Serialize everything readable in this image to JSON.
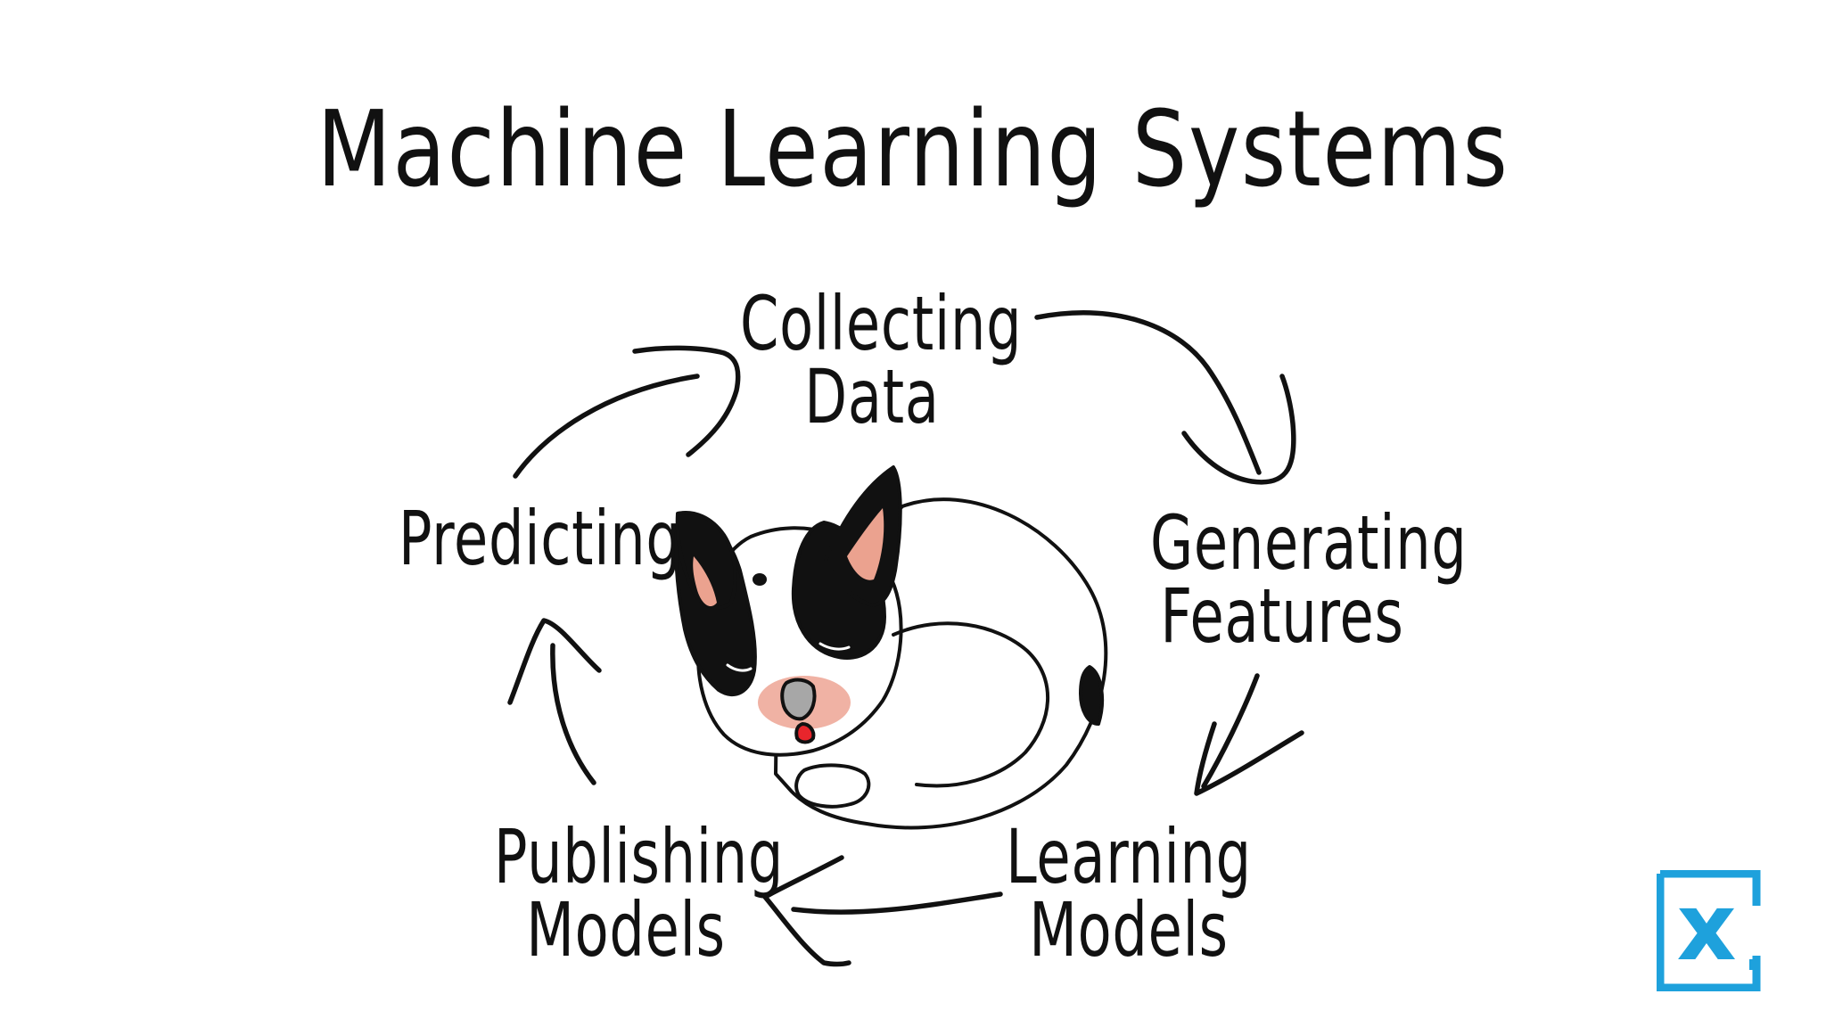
{
  "title": "Machine Learning Systems",
  "steps": [
    {
      "lines": [
        "Collecting",
        "Data"
      ]
    },
    {
      "lines": [
        "Generating",
        "Features"
      ]
    },
    {
      "lines": [
        "Learning",
        "Models"
      ]
    },
    {
      "lines": [
        "Publishing",
        "Models"
      ]
    },
    {
      "lines": [
        "Predicting"
      ]
    }
  ],
  "logo": {
    "letter": "x",
    "color": "#1ea1dc"
  },
  "colors": {
    "ink": "#111111",
    "ear_inner": "#eba28f",
    "muzzle": "#f0b2a4",
    "nose": "#a7a7a7",
    "tongue": "#e8252c"
  }
}
